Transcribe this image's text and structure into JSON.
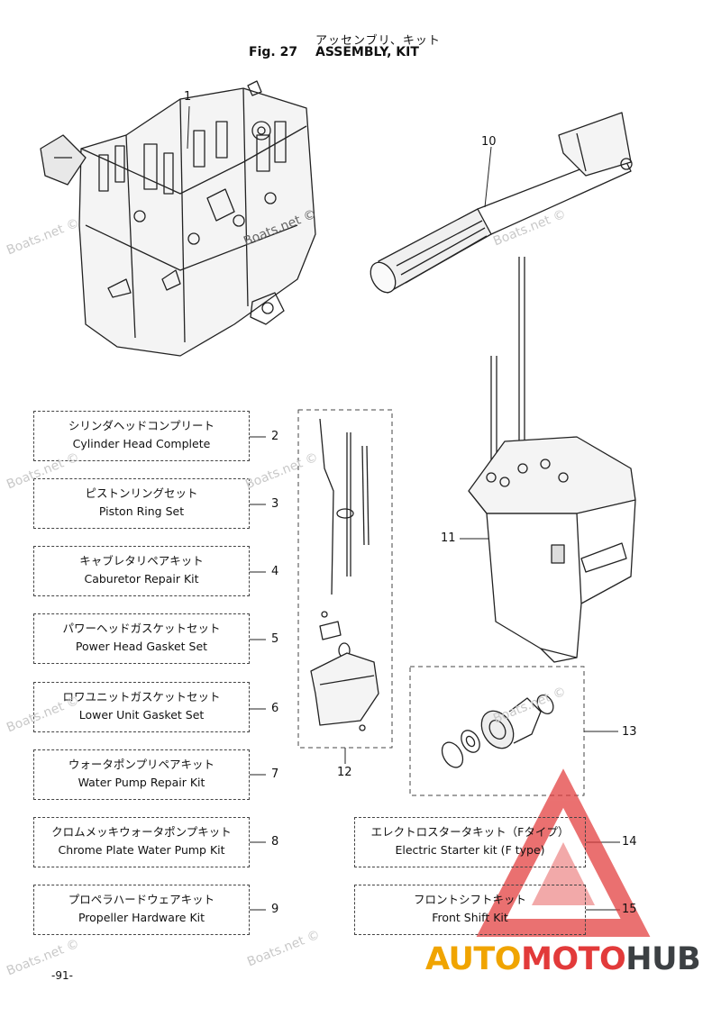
{
  "header": {
    "japanese_title": "アッセンブリ、キット",
    "figure_label": "Fig. 27",
    "title": "ASSEMBLY, KIT"
  },
  "callouts": {
    "c1": "1",
    "c10": "10",
    "c11": "11",
    "c12": "12",
    "c13": "13"
  },
  "kits": [
    {
      "number": "2",
      "jp": "シリンダヘッドコンプリート",
      "en": "Cylinder Head Complete"
    },
    {
      "number": "3",
      "jp": "ピストンリングセット",
      "en": "Piston Ring Set"
    },
    {
      "number": "4",
      "jp": "キャブレタリペアキット",
      "en": "Caburetor Repair Kit"
    },
    {
      "number": "5",
      "jp": "パワーヘッドガスケットセット",
      "en": "Power Head Gasket Set"
    },
    {
      "number": "6",
      "jp": "ロワユニットガスケットセット",
      "en": "Lower Unit Gasket Set"
    },
    {
      "number": "7",
      "jp": "ウォータポンプリペアキット",
      "en": "Water Pump Repair Kit"
    },
    {
      "number": "8",
      "jp": "クロムメッキウォータポンプキット",
      "en": "Chrome Plate Water Pump Kit"
    },
    {
      "number": "9",
      "jp": "プロペラハードウェアキット",
      "en": "Propeller Hardware Kit"
    },
    {
      "number": "14",
      "jp": "エレクトロスタータキット（Fタイプ）",
      "en": "Electric Starter kit (F type)"
    },
    {
      "number": "15",
      "jp": "フロントシフトキット",
      "en": "Front Shift Kit"
    }
  ],
  "watermarks": {
    "boats": "Boats.net ©"
  },
  "logo": {
    "part_a": "AUTO",
    "part_b": "MOTO",
    "part_c": "HUB",
    "colors": {
      "auto": "#f0a400",
      "moto": "#e23a3a",
      "hub": "#3c4043"
    }
  },
  "footer": {
    "page_number": "-91-"
  }
}
